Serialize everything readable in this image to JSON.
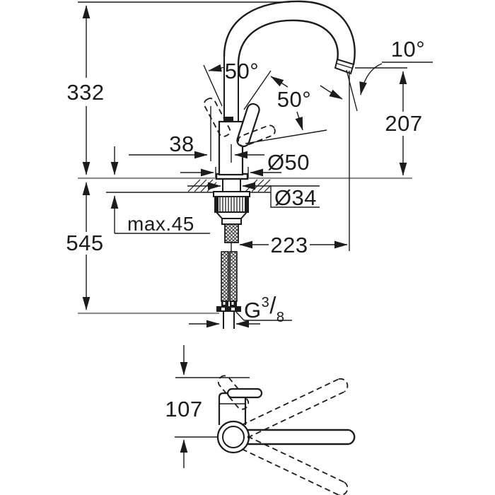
{
  "drawing_type": "faucet installation dimension drawing",
  "colors": {
    "ink": "#1c1c1c",
    "counter_line": "#8e8e8e",
    "paper": "#ffffff"
  },
  "views": {
    "front": {
      "height_above_counter": "332",
      "total_height": "545",
      "max_counter_thickness": "max.45",
      "handle_offset": "38",
      "base_diameter": "Ø50",
      "hole_diameter": "Ø34",
      "spout_reach": "223",
      "outlet_height": "207",
      "outlet_angle": "10°",
      "handle_open_angle": "50°",
      "handle_closed_angle": "50°",
      "supply_thread": {
        "letter": "G",
        "numerator": "3",
        "slash": "/",
        "denominator": "8"
      }
    },
    "top": {
      "handle_projection": "107"
    }
  }
}
